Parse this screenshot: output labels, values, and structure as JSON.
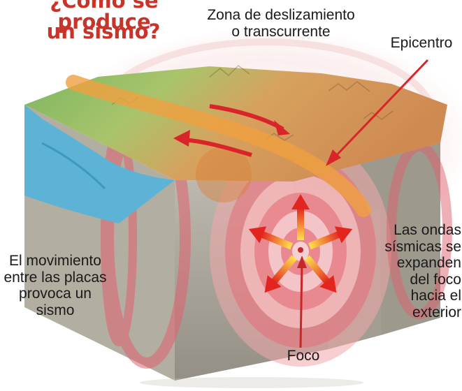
{
  "title": {
    "line1": "¿Cómo se produce",
    "line2": "un sismo?"
  },
  "labels": {
    "zona_line1": "Zona de deslizamiento",
    "zona_line2": "o transcurrente",
    "epicentro": "Epicentro",
    "movimiento": [
      "El movimiento",
      "entre las placas",
      "provoca un",
      "sismo"
    ],
    "ondas": [
      "Las ondas",
      "sísmicas se",
      "expanden",
      "del foco",
      "hacia el",
      "exterior"
    ],
    "foco": "Foco"
  },
  "colors": {
    "title": "#c8342a",
    "fault_band": "#f0a040",
    "arrows": "#d9252a",
    "waves": "#e0606e",
    "rock": "#a9a69c",
    "terrain_green": "#6aa84f",
    "terrain_orange": "#d98c4a",
    "water": "#4aa6c8"
  }
}
